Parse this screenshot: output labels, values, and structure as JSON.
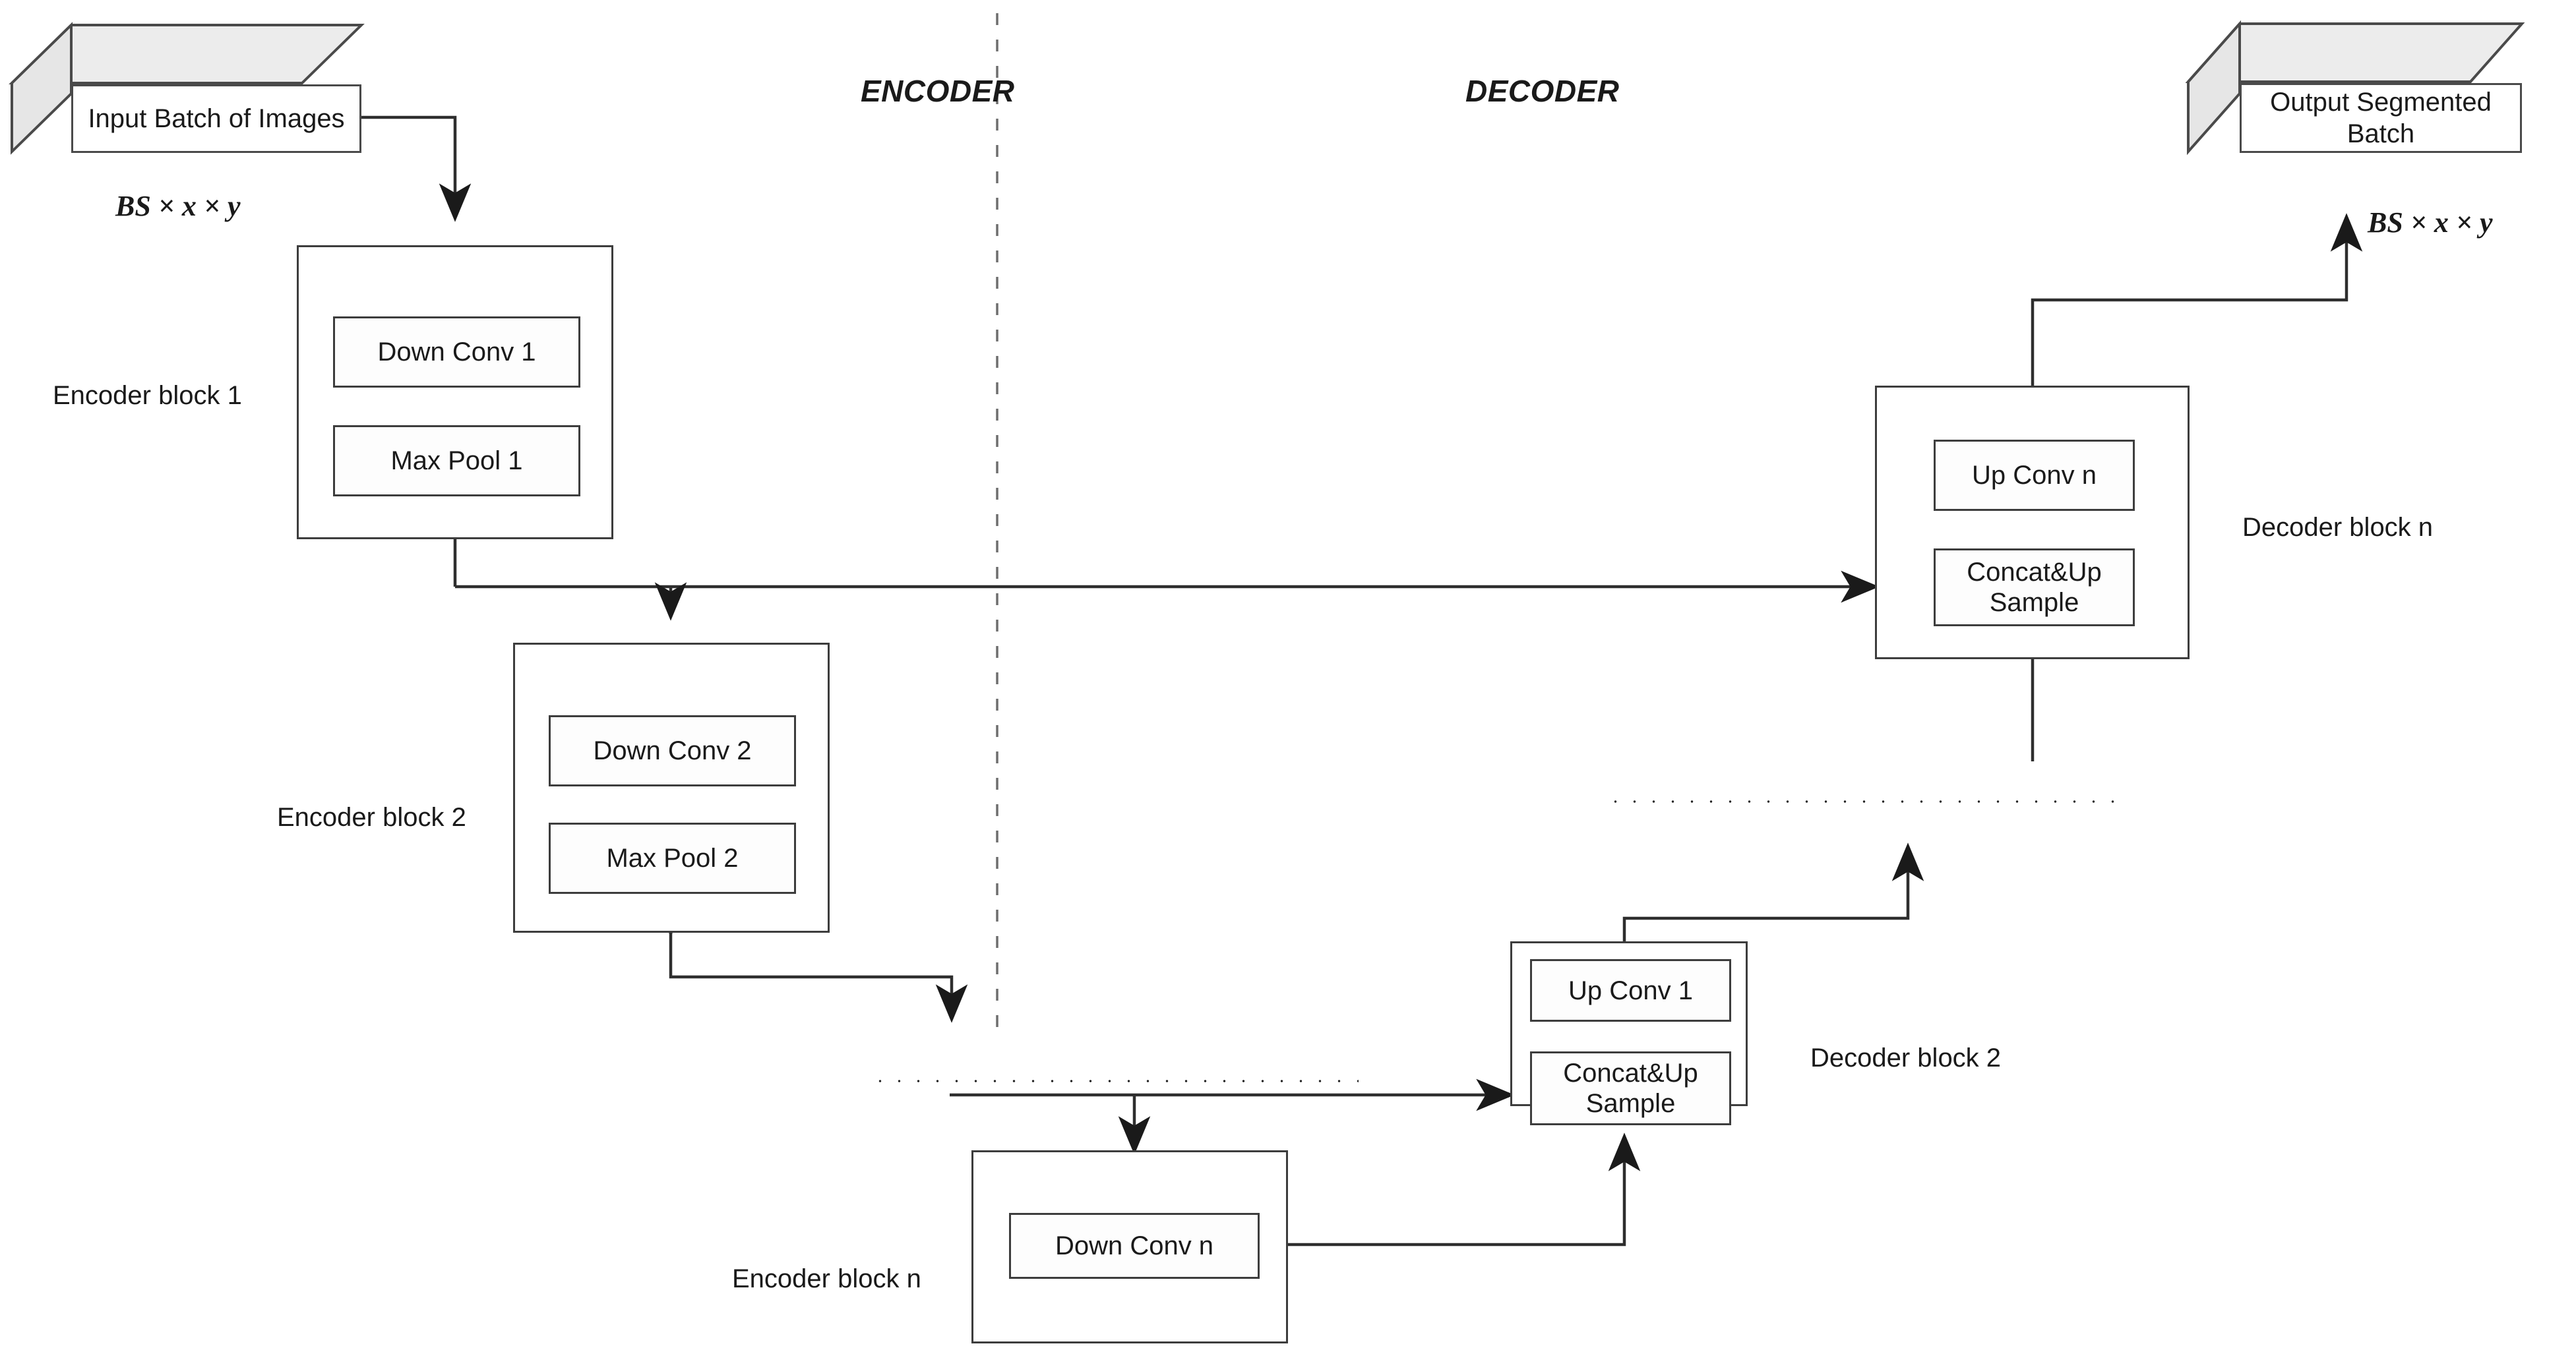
{
  "diagram": {
    "title": "U-Net encoder-decoder segmentation architecture",
    "sections": {
      "encoder_label": "ENCODER",
      "decoder_label": "DECODER"
    },
    "io": {
      "input_box_label": "Input Batch of Images",
      "input_dim_label": "BS × x × y",
      "output_box_label": "Output Segmented Batch",
      "output_dim_label": "BS × x × y"
    },
    "encoder_blocks": [
      {
        "group_label": "Encoder block 1",
        "steps": [
          "Down Conv 1",
          "Max Pool 1"
        ]
      },
      {
        "group_label": "Encoder block 2",
        "steps": [
          "Down Conv 2",
          "Max Pool 2"
        ]
      },
      {
        "group_label": "Encoder block n",
        "steps": [
          "Down Conv n"
        ]
      }
    ],
    "decoder_blocks": [
      {
        "group_label": "Decoder block n",
        "steps": [
          "Up Conv n",
          "Concat&Up Sample"
        ]
      },
      {
        "group_label": "Decoder block 2",
        "steps": [
          "Up Conv 1",
          "Concat&Up Sample"
        ]
      }
    ],
    "ellipsis": {
      "encoder_side": "· · · · · · · · · · · · · · · ·",
      "decoder_side": "· · · · · · · · · · · · · · · ·"
    },
    "colors": {
      "stroke": "#3d3d3d",
      "box_top_face": "#ececec",
      "box_side_face": "#e4e4e4",
      "background": "#ffffff",
      "text": "#1a1a1a"
    }
  }
}
